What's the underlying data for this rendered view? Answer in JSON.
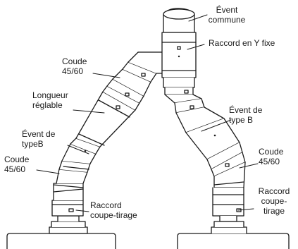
{
  "labels": {
    "event_commune": "Évent\ncommune",
    "raccord_y": "Raccord en Y fixe",
    "coude_top_left": "Coude\n45/60",
    "longueur_reglable": "Longueur\nréglable",
    "event_type_b_left": "Évent de\ntypeB",
    "coude_low_left": "Coude\n45/60",
    "raccord_coupe_left": "Raccord\ncoupe-tirage",
    "event_type_b_right": "Évent de\ntype B",
    "coude_right": "Coude\n45/60",
    "raccord_coupe_right": "Raccord\ncoupe-\ntirage"
  }
}
